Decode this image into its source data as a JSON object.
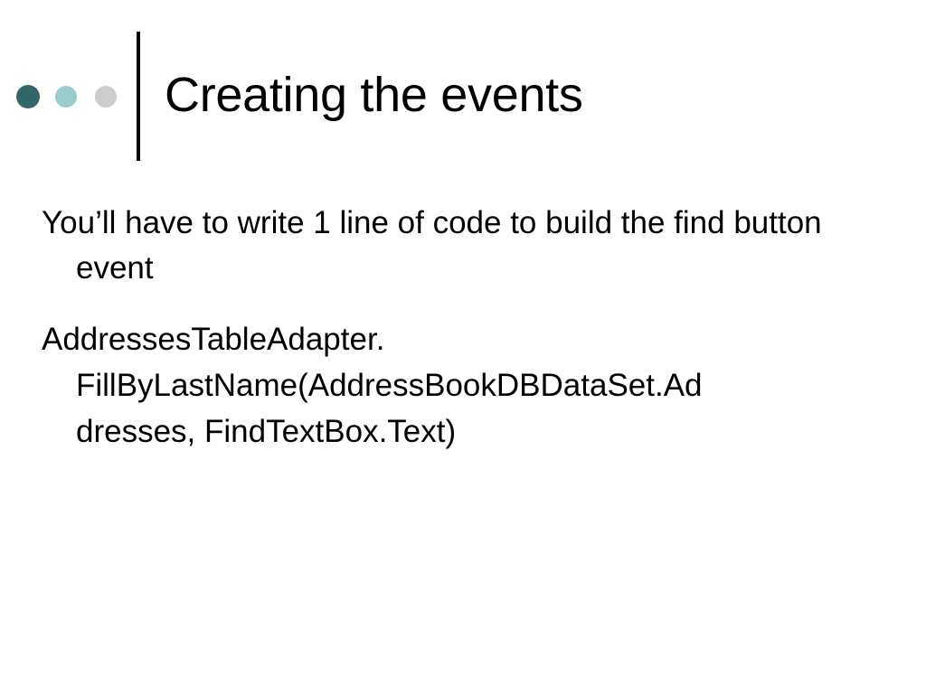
{
  "slide": {
    "title": "Creating the events",
    "decoration": {
      "dot_colors": [
        "#336666",
        "#99cccc",
        "#cccccc"
      ],
      "divider_color": "#000000"
    },
    "bullets": [
      {
        "text": "You’ll have to write 1 line of code to build the find button event"
      }
    ],
    "code_bullet": {
      "lines": [
        "AddressesTableAdapter.",
        "FillByLastName(AddressBookDBDataSet.Ad",
        "dresses, FindTextBox.Text)"
      ]
    }
  }
}
